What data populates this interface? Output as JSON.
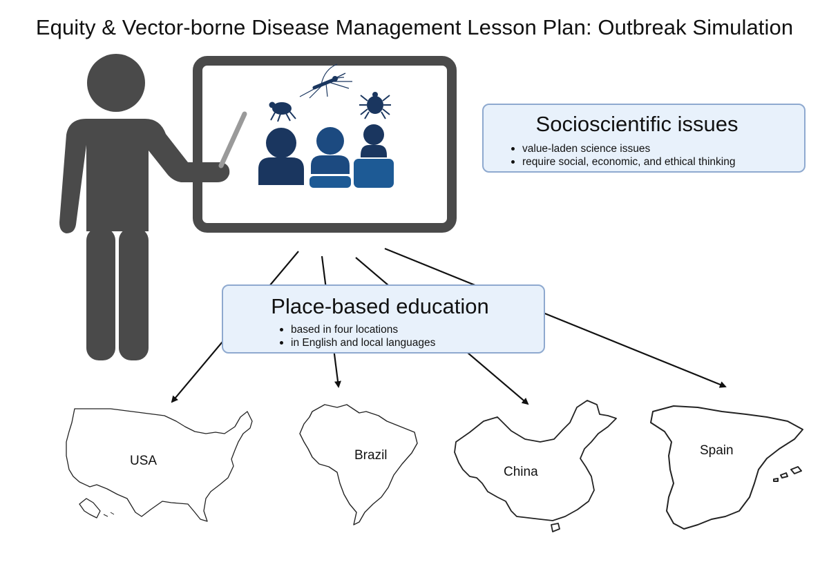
{
  "title": "Equity & Vector-borne Disease Management Lesson Plan: Outbreak Simulation",
  "socioscientific": {
    "heading": "Socioscientific issues",
    "bullets": [
      "value-laden science issues",
      "require social, economic, and ethical thinking"
    ]
  },
  "place_based": {
    "heading": "Place-based education",
    "bullets": [
      "based in four locations",
      "in English and local languages"
    ]
  },
  "locations": [
    "USA",
    "Brazil",
    "China",
    "Spain"
  ],
  "icons": [
    "teacher-icon",
    "whiteboard-icon",
    "flea-icon",
    "mosquito-icon",
    "tick-icon",
    "students-icon"
  ],
  "colors": {
    "figure": "#4a4a4a",
    "student_dark": "#1a365f",
    "student_mid": "#1c4a80",
    "student_light": "#1d5a95",
    "box_fill": "#e8f1fb",
    "box_border": "#8ea9cf"
  }
}
